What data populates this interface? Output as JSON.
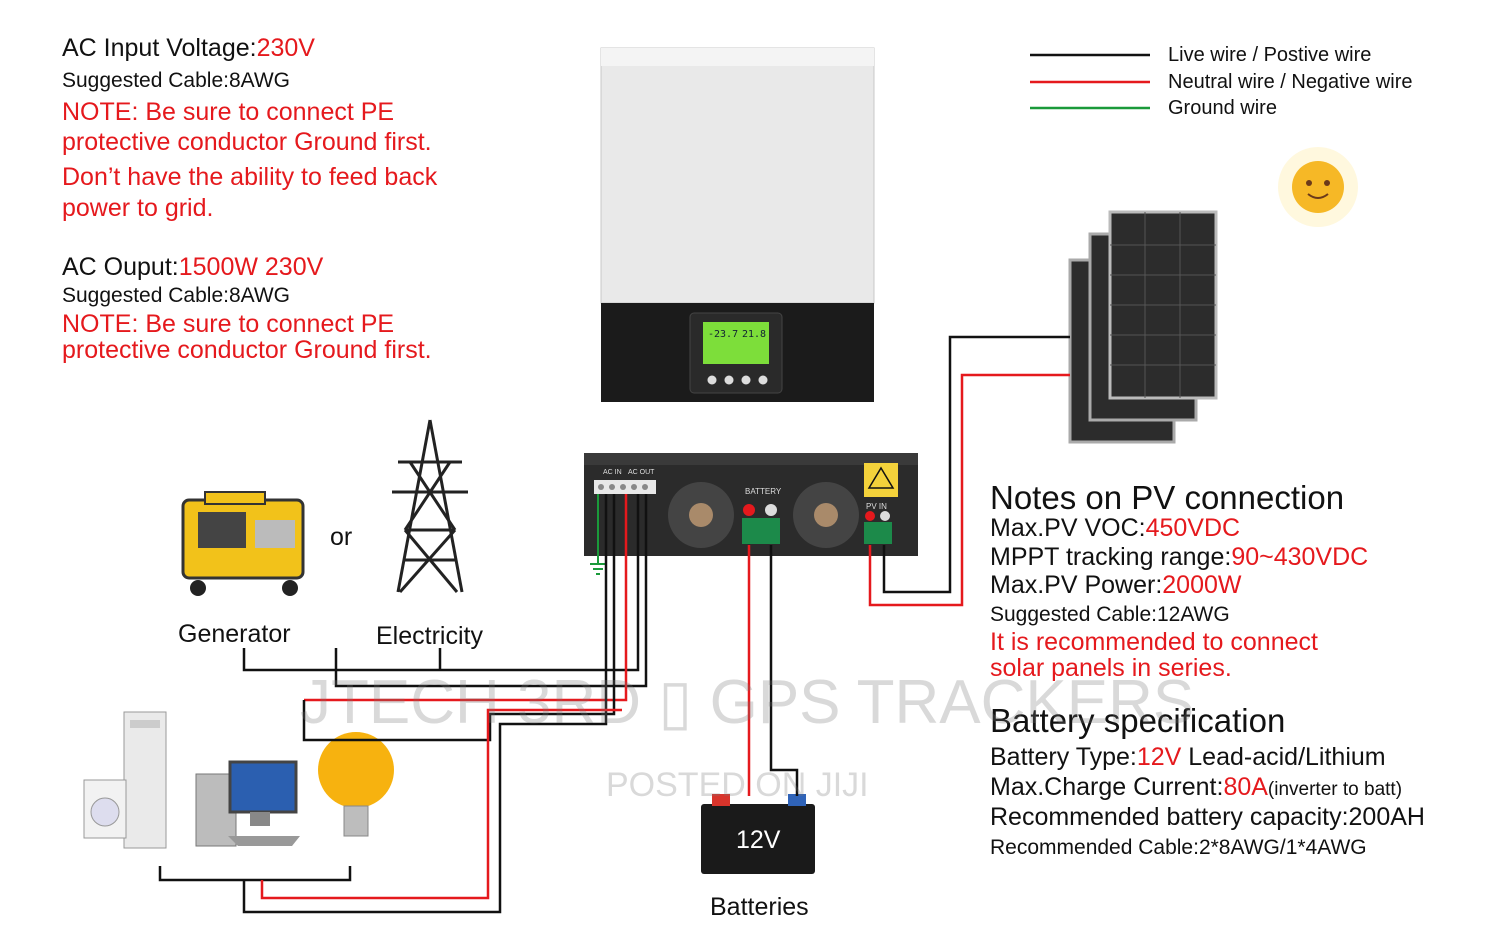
{
  "ac_input": {
    "label": "AC Input Voltage:",
    "value": "230V",
    "cable": "Suggested Cable:8AWG",
    "note_line1": "NOTE: Be sure to connect PE",
    "note_line2": "protective conductor Ground first.",
    "note_line3": "Don’t have the ability to feed back",
    "note_line4": "power to grid."
  },
  "ac_output": {
    "label": "AC Ouput:",
    "value": "1500W 230V",
    "cable": "Suggested Cable:8AWG",
    "note_line1": "NOTE: Be sure to connect PE",
    "note_line2": "protective conductor Ground first."
  },
  "legend": {
    "items": [
      {
        "label": "Live wire / Postive wire",
        "color": "#111111"
      },
      {
        "label": "Neutral wire / Negative wire",
        "color": "#e5191d"
      },
      {
        "label": "Ground wire",
        "color": "#1a9a3a"
      }
    ]
  },
  "sources": {
    "generator": "Generator",
    "or": "or",
    "electricity": "Electricity"
  },
  "inverter": {
    "lcd_left": "-23.7",
    "lcd_right": "21.8",
    "battery_label": "BATTERY",
    "pv_label": "PV IN",
    "ac_in_label": "AC IN",
    "ac_out_label": "AC OUT"
  },
  "pv_notes": {
    "heading": "Notes on PV connection",
    "voc_label": "Max.PV VOC:",
    "voc_value": "450VDC",
    "mppt_label": "MPPT tracking range:",
    "mppt_value": "90~430VDC",
    "power_label": "Max.PV Power:",
    "power_value": "2000W",
    "cable": "Suggested Cable:12AWG",
    "rec_line1": "It is recommended to connect",
    "rec_line2": "solar panels in series."
  },
  "battery_spec": {
    "heading": "Battery specification",
    "type_label": "Battery Type:",
    "type_value": "12V",
    "type_rest": " Lead-acid/Lithium",
    "charge_label": "Max.Charge Current:",
    "charge_value": "80A",
    "charge_note": "(inverter to batt)",
    "capacity": "Recommended battery capacity:200AH",
    "cable": "Recommended Cable:2*8AWG/1*4AWG"
  },
  "battery": {
    "voltage": "12V",
    "caption": "Batteries"
  },
  "watermark": {
    "line1": "JTECH 3RD ▯ GPS TRACKERS",
    "line2": "POSTED ON JIJI"
  },
  "colors": {
    "live": "#111111",
    "neutral": "#e5191d",
    "ground": "#1a9a3a",
    "lcd": "#7dde3a"
  }
}
